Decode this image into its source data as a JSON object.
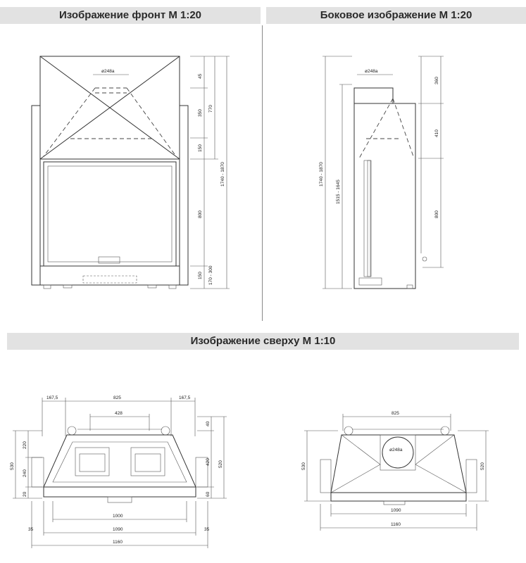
{
  "titles": {
    "front": "Изображение фронт М 1:20",
    "side": "Боковое изображение М 1:20",
    "top": "Изображение сверху М 1:10"
  },
  "front_view": {
    "flue": "ø248a",
    "dims_right_inner": [
      "45",
      "350",
      "150",
      "800",
      "150"
    ],
    "dims_right_outer": [
      "770",
      "1740 - 1870",
      "170 - 300"
    ]
  },
  "side_view": {
    "flue": "ø248a",
    "dims_left": [
      "1740 - 1870",
      "1515 - 1645"
    ],
    "dims_right": [
      "360",
      "410",
      "800"
    ]
  },
  "top_view_left": {
    "top_dims": [
      "167,5",
      "825",
      "167,5",
      "428"
    ],
    "left_dims": [
      "530",
      "220",
      "240",
      "20"
    ],
    "right_dims": [
      "40",
      "420",
      "60",
      "520"
    ],
    "bottom_dims": [
      "1000",
      "1090",
      "1160",
      "35",
      "35"
    ]
  },
  "top_view_right": {
    "flue": "ø248a",
    "top_dims": [
      "825"
    ],
    "left_dims": [
      "530"
    ],
    "right_dims": [
      "520"
    ],
    "bottom_dims": [
      "1090",
      "1160"
    ]
  }
}
